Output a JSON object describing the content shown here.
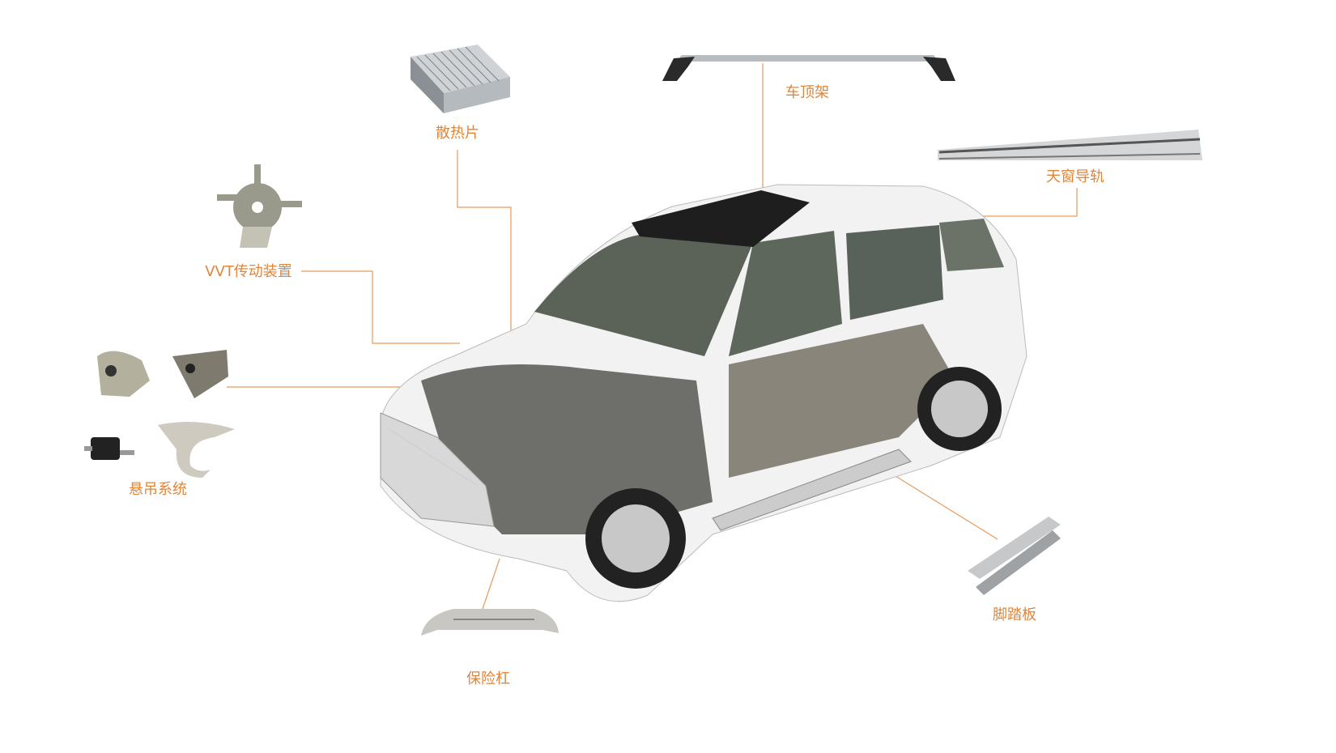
{
  "colors": {
    "accent": "#e0853a",
    "line": "#e69a5c"
  },
  "labels": {
    "heatsink": "散热片",
    "roof_rack": "车顶架",
    "sunroof_rail": "天窗导轨",
    "vvt": "VVT传动装置",
    "suspension": "悬吊系统",
    "bumper": "保险杠",
    "running_board": "脚踏板"
  }
}
